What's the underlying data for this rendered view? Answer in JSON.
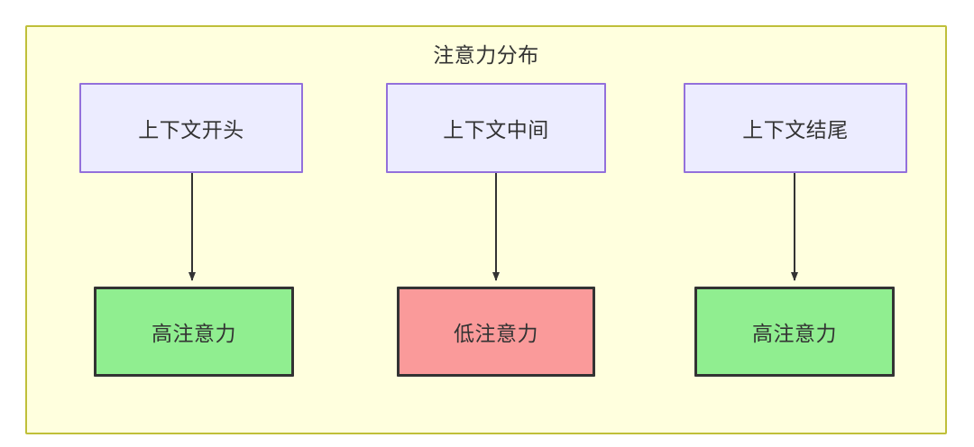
{
  "diagram": {
    "title": "注意力分布",
    "container": {
      "fill": "#ffffde",
      "stroke": "#bfbf39"
    },
    "context_nodes": [
      {
        "id": "ctx-start",
        "label": "上下文开头",
        "fill": "#ececff",
        "stroke": "#9370db"
      },
      {
        "id": "ctx-middle",
        "label": "上下文中间",
        "fill": "#ececff",
        "stroke": "#9370db"
      },
      {
        "id": "ctx-end",
        "label": "上下文结尾",
        "fill": "#ececff",
        "stroke": "#9370db"
      }
    ],
    "attention_nodes": [
      {
        "id": "attn-start",
        "label": "高注意力",
        "level": "high",
        "fill": "#90ee90",
        "stroke": "#333333"
      },
      {
        "id": "attn-middle",
        "label": "低注意力",
        "level": "low",
        "fill": "#fa9a9a",
        "stroke": "#333333"
      },
      {
        "id": "attn-end",
        "label": "高注意力",
        "level": "high",
        "fill": "#90ee90",
        "stroke": "#333333"
      }
    ],
    "edges": [
      {
        "from": "ctx-start",
        "to": "attn-start",
        "label": ""
      },
      {
        "from": "ctx-middle",
        "to": "attn-middle",
        "label": ""
      },
      {
        "from": "ctx-end",
        "to": "attn-end",
        "label": ""
      }
    ],
    "edge_color": "#333333"
  }
}
